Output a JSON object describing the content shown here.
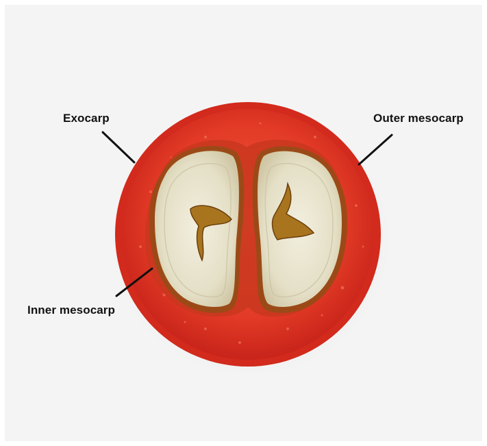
{
  "labels": {
    "exocarp": "Exocarp",
    "outer_mesocarp": "Outer mesocarp",
    "inner_mesocarp": "Inner mesocarp"
  },
  "colors": {
    "background": "#f4f4f4",
    "exocarp": "#d42a1c",
    "mesocarp": "#e8432d",
    "seed": "#e6e2cc",
    "label_text": "#111111"
  }
}
